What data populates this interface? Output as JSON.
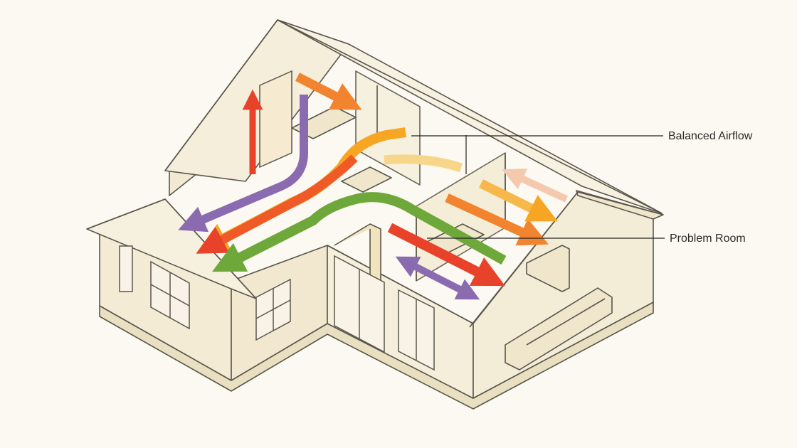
{
  "callouts": {
    "balanced_airflow": "Balanced Airflow",
    "problem_room": "Problem Room"
  },
  "colors": {
    "background": "#fbf9f1",
    "house_fill": "#f4edd8",
    "house_side": "#efe6cc",
    "outline": "#5a564c",
    "airflow_red": "#e8432a",
    "airflow_orange": "#f2842f",
    "airflow_amber": "#f6a623",
    "airflow_pale": "#f7d68a",
    "airflow_green": "#6ea83a",
    "airflow_purple": "#8a6bb0",
    "airflow_peach": "#f4c9ae"
  },
  "icons": [
    "airflow-arrow",
    "leader-line"
  ]
}
